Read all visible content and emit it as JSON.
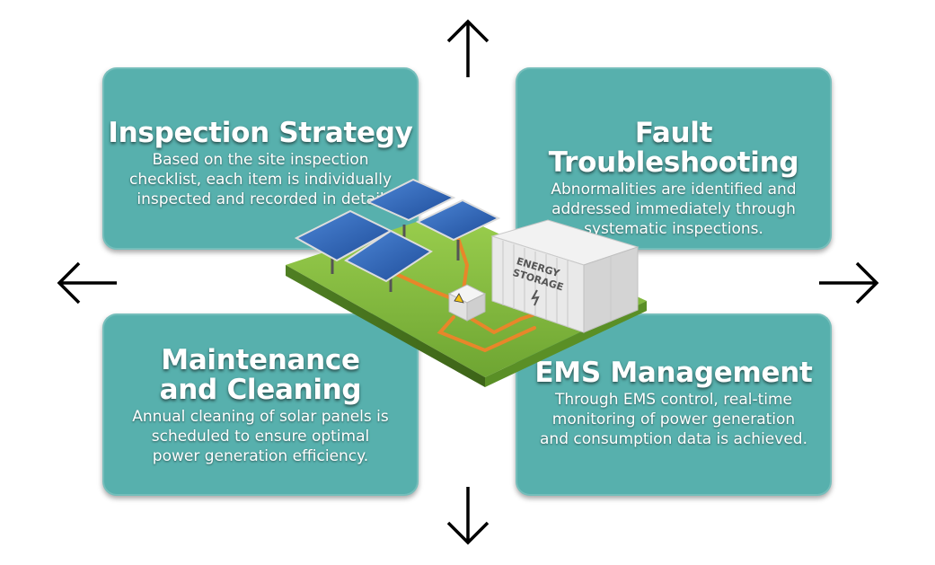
{
  "cards": {
    "inspection": {
      "title": "Inspection Strategy",
      "lines": [
        "Based on the site inspection",
        "checklist, each item is individually",
        "inspected and recorded in detail"
      ]
    },
    "fault": {
      "title": "Fault Troubleshooting",
      "lines": [
        "Abnormalities are identified and",
        "addressed immediately through",
        "systematic inspections."
      ]
    },
    "maintenance": {
      "title_lines": [
        "Maintenance",
        "and Cleaning"
      ],
      "lines": [
        "Annual cleaning of solar panels is",
        "scheduled to ensure optimal",
        "power generation efficiency."
      ]
    },
    "ems": {
      "title": "EMS Management",
      "lines": [
        "Through EMS control, real-time",
        "monitoring of power generation",
        "and consumption data is achieved."
      ]
    }
  },
  "container_label": [
    "ENERGY",
    "STORAGE"
  ],
  "arrows": [
    "arrow-up",
    "arrow-down",
    "arrow-left",
    "arrow-right"
  ],
  "colors": {
    "card": "#57b0ad",
    "grass": "#7fb53a",
    "cable": "#e8862a",
    "panel": "#2f62b8"
  }
}
